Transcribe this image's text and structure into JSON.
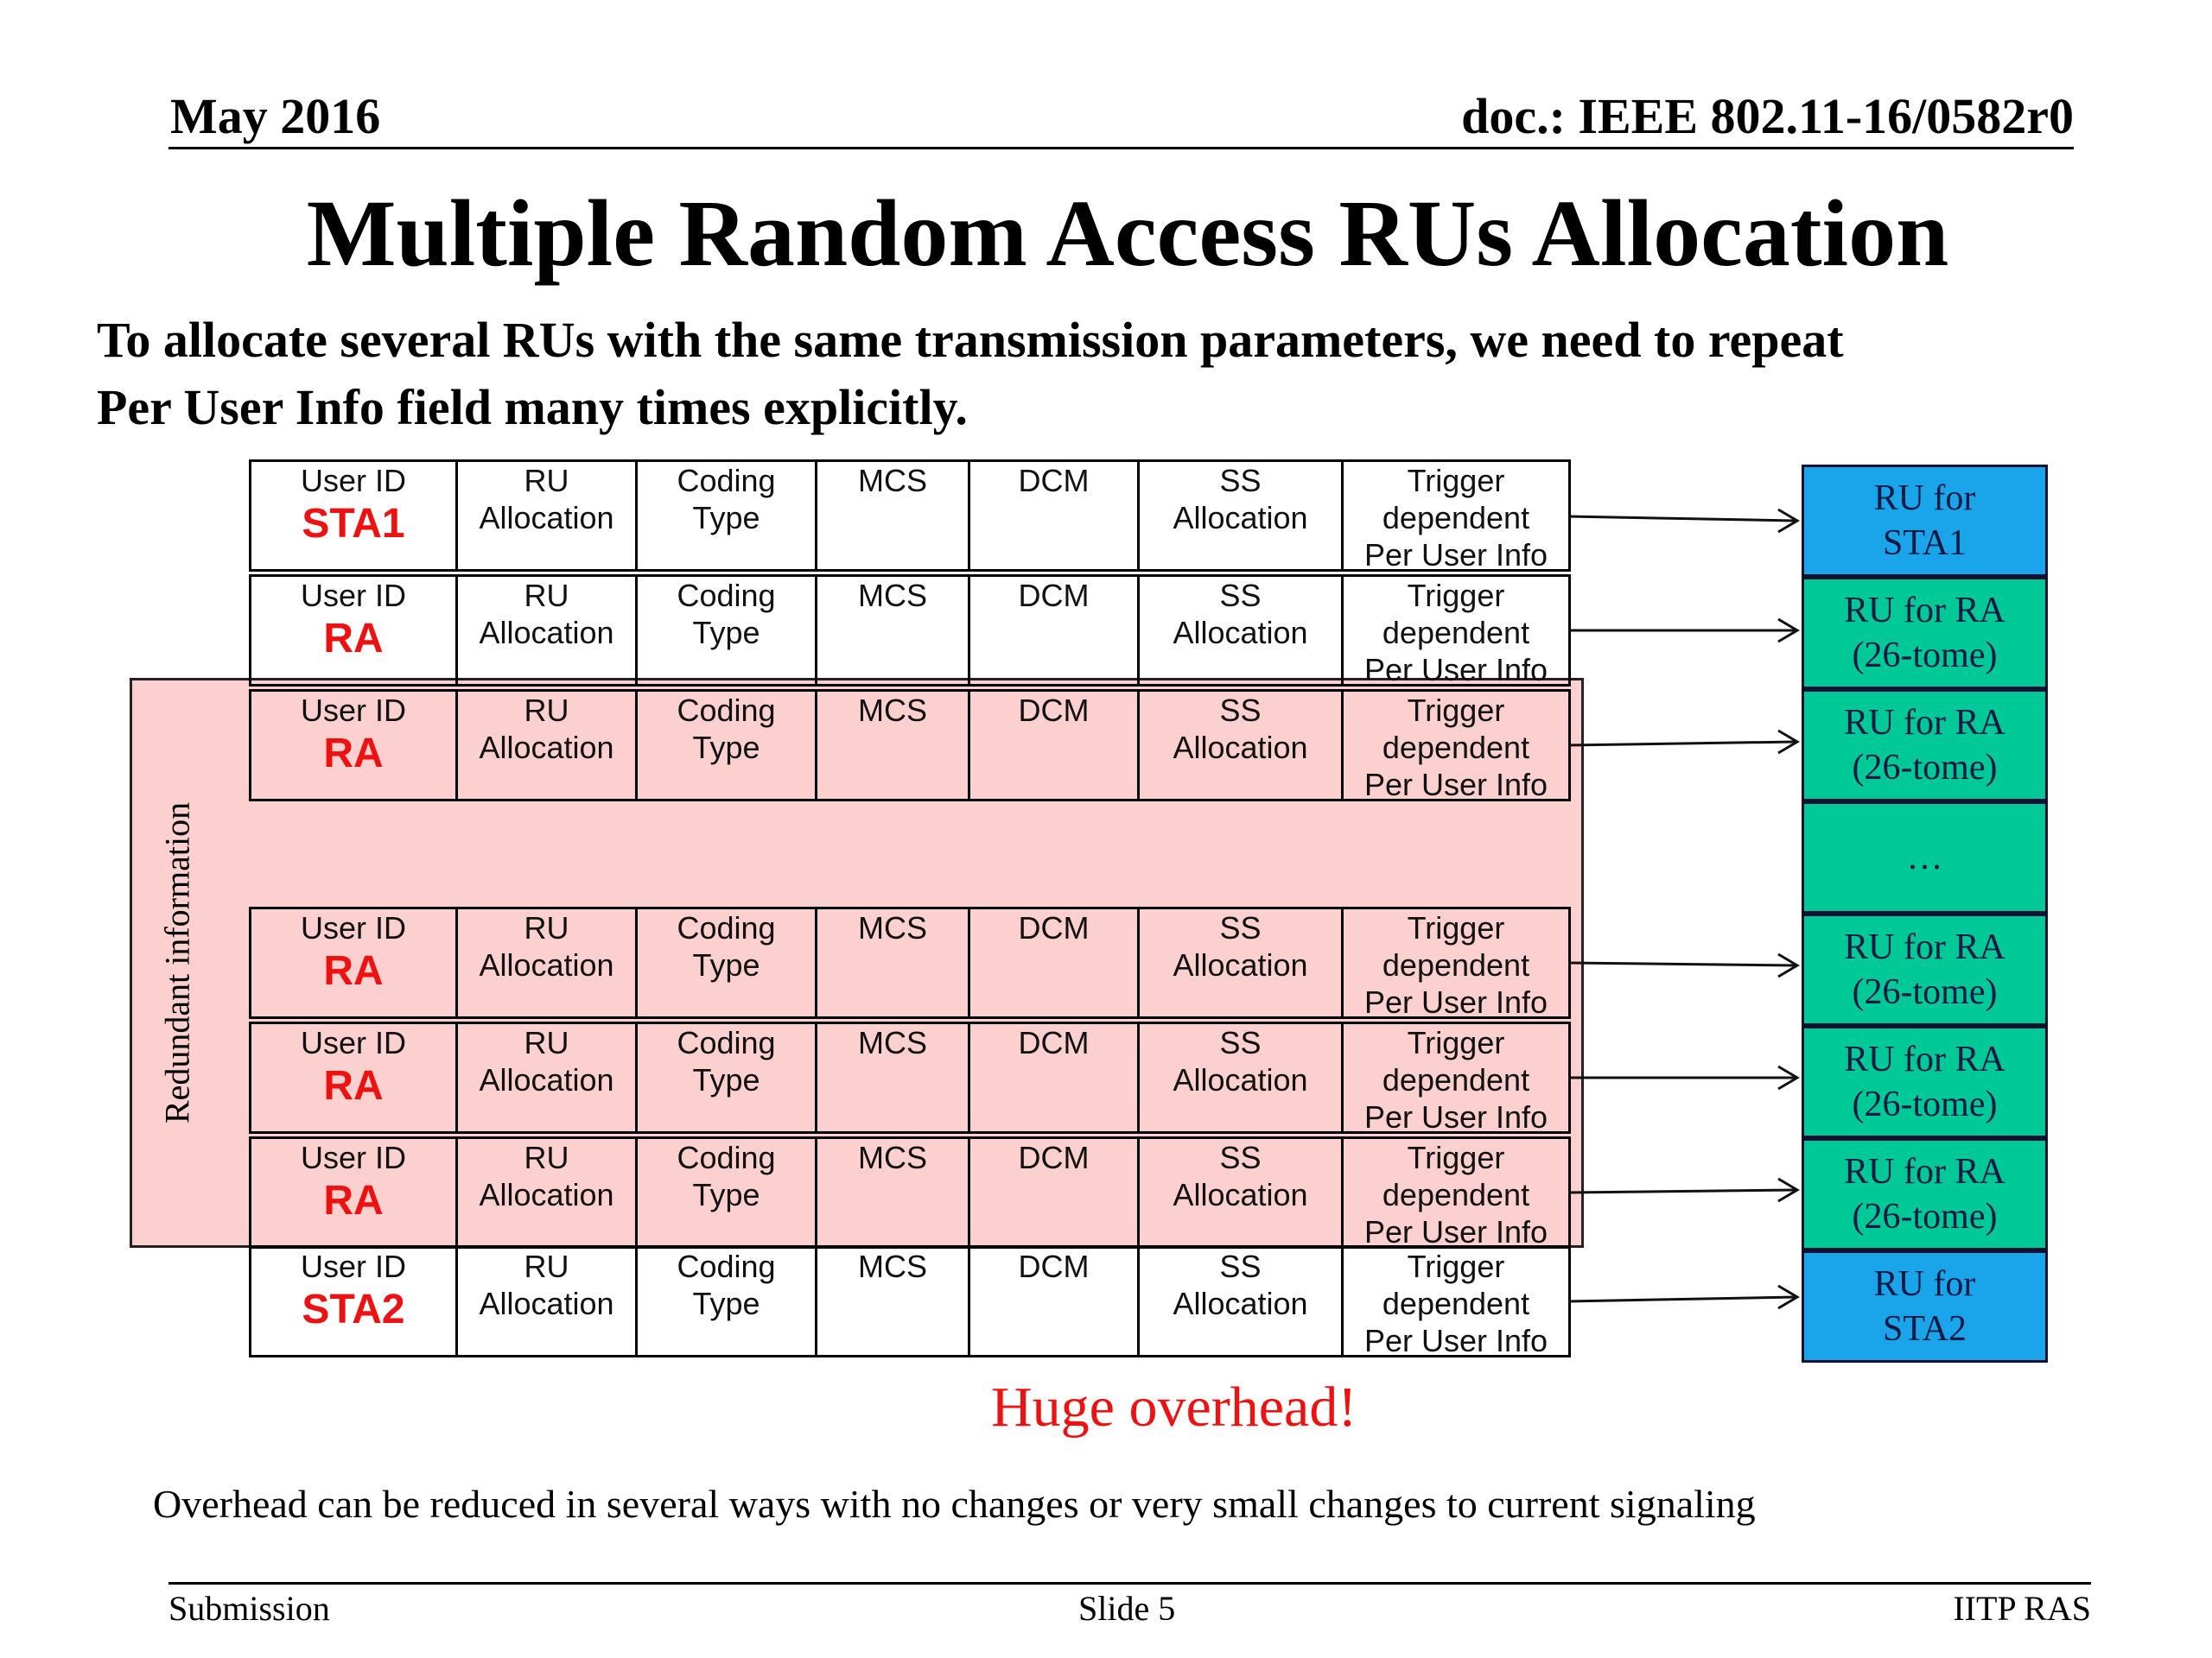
{
  "header": {
    "date": "May 2016",
    "doc_id": "doc.: IEEE 802.11-16/0582r0"
  },
  "title": "Multiple Random Access RUs Allocation",
  "intro": {
    "line1": "To allocate several RUs with the same transmission parameters, we need to repeat",
    "line2": "Per User Info field  many times explicitly."
  },
  "redundant_label": "Redundant information",
  "field_labels": {
    "user_id": "User ID",
    "ru_alloc": [
      "RU",
      "Allocation"
    ],
    "coding": [
      "Coding",
      "Type"
    ],
    "mcs": "MCS",
    "dcm": "DCM",
    "ss_alloc": [
      "SS",
      "Allocation"
    ],
    "trigger": [
      "Trigger",
      "dependent",
      "Per User Info"
    ]
  },
  "rows": [
    {
      "user": "STA1"
    },
    {
      "user": "RA"
    },
    {
      "user": "RA"
    },
    {
      "user": "RA"
    },
    {
      "user": "RA"
    },
    {
      "user": "RA"
    },
    {
      "user": "STA2"
    }
  ],
  "ru_boxes": [
    {
      "line1": "RU for",
      "line2": "STA1",
      "color": "#1aa5ea"
    },
    {
      "line1": "RU for RA",
      "line2": "(26-tome)",
      "color": "#00c896"
    },
    {
      "line1": "RU for RA",
      "line2": "(26-tome)",
      "color": "#00c896"
    },
    {
      "line1": "…",
      "line2": "",
      "color": "#00c896"
    },
    {
      "line1": "RU for RA",
      "line2": "(26-tome)",
      "color": "#00c896"
    },
    {
      "line1": "RU for RA",
      "line2": "(26-tome)",
      "color": "#00c896"
    },
    {
      "line1": "RU for RA",
      "line2": "(26-tome)",
      "color": "#00c896"
    },
    {
      "line1": "RU for",
      "line2": "STA2",
      "color": "#1aa5ea"
    }
  ],
  "overhead_label": "Huge overhead!",
  "note": "Overhead can be reduced in several ways with no changes or very small changes to current signaling",
  "footer": {
    "left": "Submission",
    "center": "Slide 5",
    "right": "IITP RAS"
  }
}
